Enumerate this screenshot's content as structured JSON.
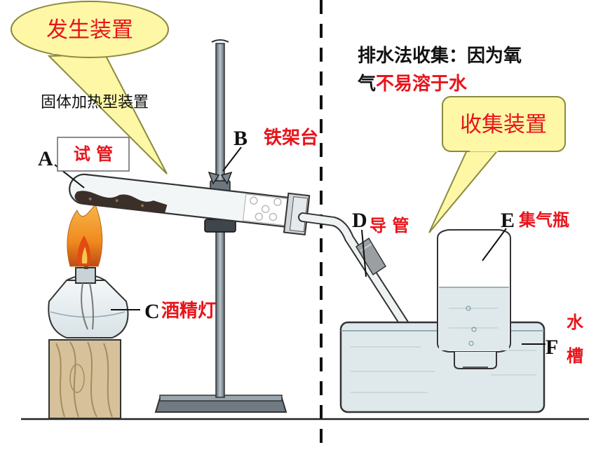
{
  "speech_bubbles": {
    "generator": "发生装置",
    "collector": "收集装置"
  },
  "generator_type": "固体加热型装置",
  "collection_note": {
    "line1": "排水法收集：因为氧",
    "line2_prefix": "气",
    "line2_red": "不易溶于水"
  },
  "labels": {
    "A": {
      "letter": "A",
      "name": "试 管"
    },
    "B": {
      "letter": "B",
      "name": "铁架台"
    },
    "C": {
      "letter": "C",
      "name": "酒精灯"
    },
    "D": {
      "letter": "D",
      "name": "导 管"
    },
    "E": {
      "letter": "E",
      "name": "集气瓶"
    },
    "F": {
      "letter": "F",
      "name_top": "水",
      "name_bottom": "槽"
    }
  },
  "colors": {
    "label_red": "#e8141b",
    "bubble_fill": "#fdf7a6",
    "water": "#dfe9ec",
    "flame": "#f0a22b",
    "wood": "#d6c19a"
  }
}
